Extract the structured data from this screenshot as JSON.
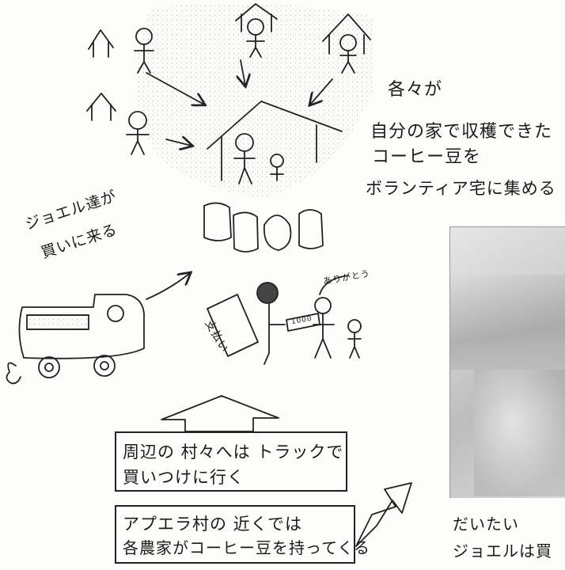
{
  "notes": {
    "collect_line1": "各々が",
    "collect_line2": "自分の家で収穫できた",
    "collect_line3": "コーヒー豆を",
    "collect_line4": "ボランティア宅に集める",
    "joel_line1": "ジョエル達が",
    "joel_line2": "買いに来る",
    "sign": "支払い",
    "thanks": "ありがとう",
    "bill": "1000",
    "box1_line1": "周辺の 村々へは トラックで",
    "box1_line2": "買いつけに行く",
    "box2_line1": "アプエラ村の 近くでは",
    "box2_line2": "各農家がコーヒー豆を持ってくる",
    "bottom_right_line1": "だいたい",
    "bottom_right_line2": "ジョエルは買"
  },
  "icons": [
    "house-icon",
    "stick-figure-icon",
    "coffee-bag-icon",
    "truck-icon",
    "arrow-icon",
    "banknote-icon"
  ],
  "colors": {
    "ink": "#1a1a1a",
    "paper": "#fdfdfb",
    "stipple": "#c8c8c8",
    "photo": "#c4c4c4"
  }
}
